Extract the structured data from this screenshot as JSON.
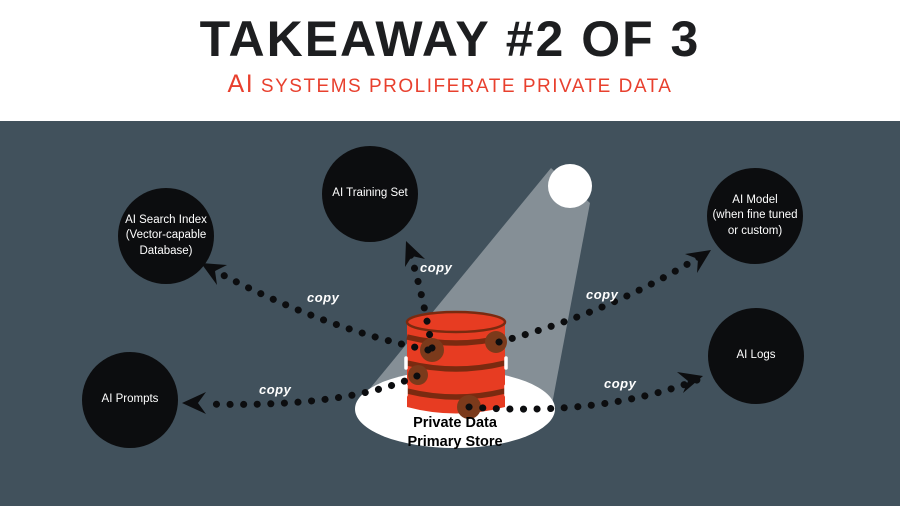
{
  "header": {
    "title": "TAKEAWAY #2 OF 3",
    "subtitle_ai": "AI",
    "subtitle_rest": " SYSTEMS PROLIFERATE PRIVATE DATA"
  },
  "diagram": {
    "nodes": {
      "search": "AI Search Index\n(Vector-capable\nDatabase)",
      "training": "AI Training Set",
      "model": "AI Model\n(when fine tuned\nor custom)",
      "logs": "AI Logs",
      "prompts": "AI Prompts"
    },
    "copy": "copy",
    "center_store": "Private Data\nPrimary Store"
  },
  "colors": {
    "header_bg": "#ffffff",
    "title_color": "#1d1e20",
    "subtitle_red": "#e8402e",
    "background": "#41515c",
    "node": "#0c0d0f",
    "white": "#ffffff",
    "dot_black": "#0c0d0f",
    "database_red": "#e73c22",
    "database_dark": "#7a2a10",
    "spot_brown": "#7b3a1b",
    "beam": "rgba(255,255,255,0.36)"
  }
}
